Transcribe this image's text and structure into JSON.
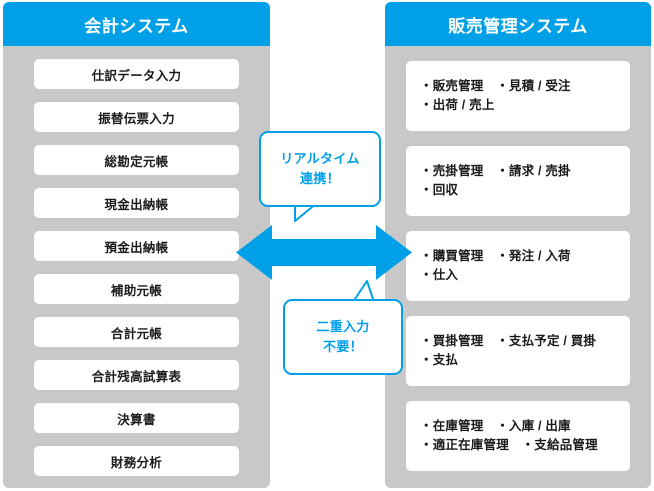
{
  "colors": {
    "accent_blue": "#00a0e9",
    "panel_gray": "#c8c8c8",
    "card_white": "#ffffff",
    "text_dark": "#1a1a1a",
    "background": "#ffffff"
  },
  "left_panel": {
    "title": "会計システム",
    "items": [
      {
        "label": "仕訳データ入力"
      },
      {
        "label": "振替伝票入力"
      },
      {
        "label": "総勘定元帳"
      },
      {
        "label": "現金出納帳"
      },
      {
        "label": "預金出納帳"
      },
      {
        "label": "補助元帳"
      },
      {
        "label": "合計元帳"
      },
      {
        "label": "合計残高試算表"
      },
      {
        "label": "決算書"
      },
      {
        "label": "財務分析"
      }
    ]
  },
  "right_panel": {
    "title": "販売管理システム",
    "cards": [
      {
        "line1": "・販売管理　・見積 / 受注",
        "line2": "・出荷 / 売上"
      },
      {
        "line1": "・売掛管理　・請求 / 売掛",
        "line2": "・回収"
      },
      {
        "line1": "・購買管理　・発注 / 入荷",
        "line2": "・仕入"
      },
      {
        "line1": "・買掛管理　・支払予定 / 買掛",
        "line2": "・支払"
      },
      {
        "line1": "・在庫管理　・入庫 / 出庫",
        "line2": "・適正在庫管理　・支給品管理"
      }
    ]
  },
  "connector": {
    "icon": "double-arrow-horizontal-icon",
    "direction": "bidirectional"
  },
  "callouts": [
    {
      "line1": "リアルタイム",
      "line2": "連携！",
      "tail": "down-left"
    },
    {
      "line1": "二重入力",
      "line2": "不要！",
      "tail": "up-right"
    }
  ]
}
